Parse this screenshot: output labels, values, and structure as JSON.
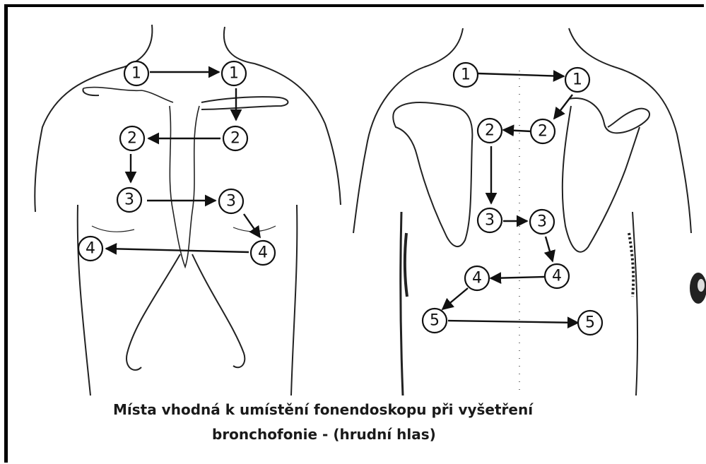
{
  "caption": {
    "line1": "Místa  vhodná k umístění fonendoskopu při vyšetření",
    "line2": "bronchofonie - (hrudní hlas)"
  },
  "front_view": {
    "markers": [
      "1",
      "1",
      "2",
      "2",
      "3",
      "3",
      "4",
      "4"
    ]
  },
  "back_view": {
    "markers": [
      "1",
      "1",
      "2",
      "2",
      "3",
      "3",
      "4",
      "4",
      "5",
      "5"
    ]
  },
  "colors": {
    "ink": "#111111",
    "frame": "#000000",
    "background": "#ffffff"
  }
}
